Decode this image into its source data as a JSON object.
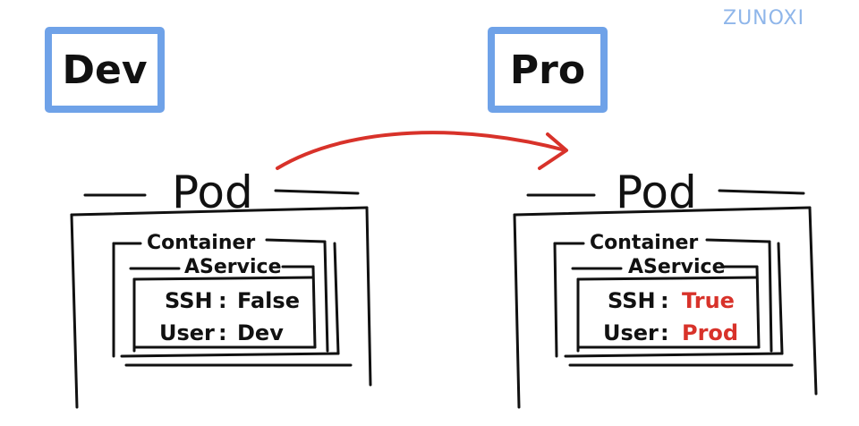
{
  "watermark": "ZUNOXI",
  "environments": {
    "dev": {
      "label": "Dev"
    },
    "pro": {
      "label": "Pro"
    }
  },
  "pods": {
    "dev": {
      "pod_label": "Pod",
      "container_label": "Container",
      "service_label": "AService",
      "ssh_key": "SSH",
      "ssh_sep": ":",
      "ssh_value": "False",
      "user_key": "User",
      "user_sep": ":",
      "user_value": "Dev"
    },
    "pro": {
      "pod_label": "Pod",
      "container_label": "Container",
      "service_label": "AService",
      "ssh_key": "SSH",
      "ssh_sep": ":",
      "ssh_value": "True",
      "user_key": "User",
      "user_sep": ":",
      "user_value": "Prod"
    }
  },
  "colors": {
    "env_border": "#6fa2e8",
    "arrow": "#d8322a",
    "changed_value": "#d8322a",
    "ink": "#111111"
  }
}
